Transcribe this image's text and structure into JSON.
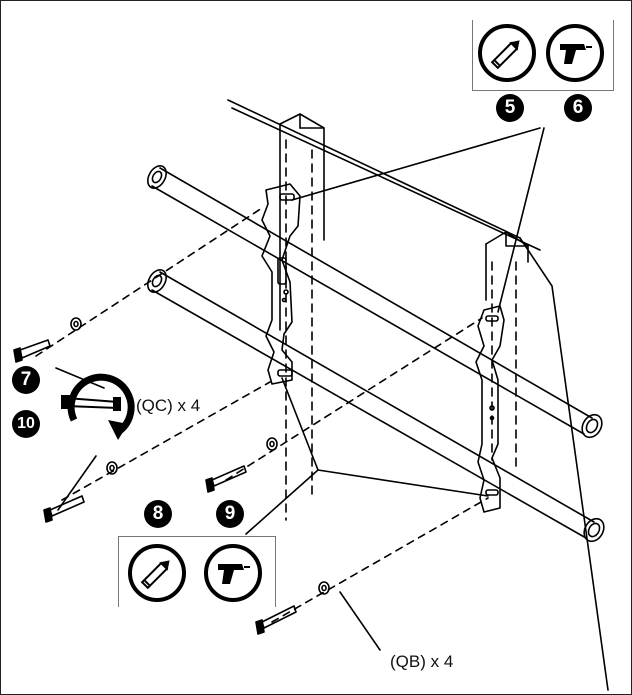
{
  "steps": {
    "s5": "5",
    "s6": "6",
    "s7": "7",
    "s8": "8",
    "s9": "9",
    "s10": "10"
  },
  "labels": {
    "qc": "(QC) x 4",
    "qb": "(QB) x 4"
  },
  "icons": {
    "pencil": "pencil-icon",
    "drill": "drill-icon",
    "wrench": "wrench-icon",
    "rotate": "rotate-arrow-icon"
  }
}
